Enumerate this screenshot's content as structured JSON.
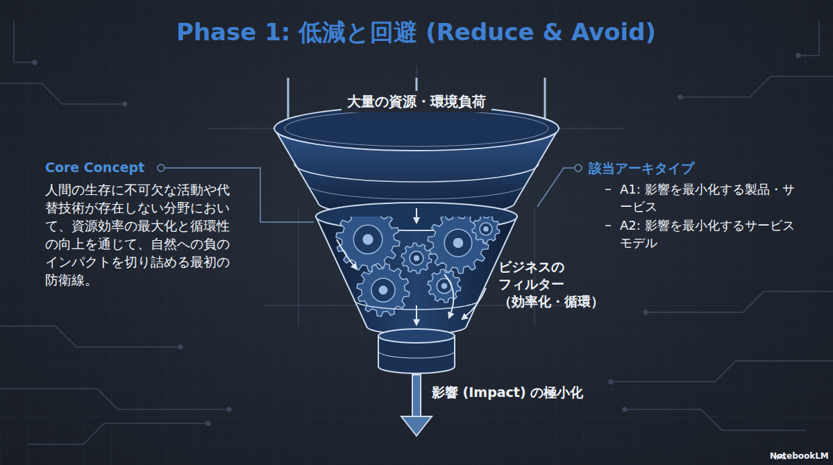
{
  "diagram": {
    "title": "Phase 1: 低減と回避 (Reduce & Avoid)",
    "labels": [
      "大量の資源・環境負荷",
      "Core Concept",
      "人間の生存に不可欠な活動や代替技術が存在しない分野において、資源効率の最大化と循環性の向上を通じて、自然への負のインパクトを切り詰める最初の防衛線。",
      "該当アーキタイプ",
      "A1: 影響を最小化する製品・サービス",
      "A2: 影響を最小化するサービスモデル",
      "ビジネスの フィルター （効率化・循環）",
      "影響 (Impact) の極小化",
      "NotebookLM"
    ]
  }
}
